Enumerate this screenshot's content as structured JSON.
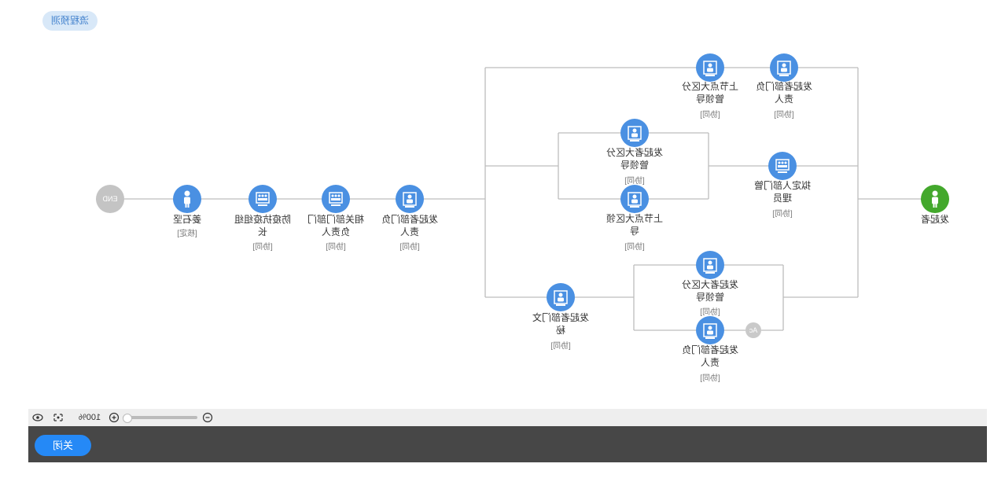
{
  "header": {
    "preview_label": "流程预测"
  },
  "nodes": {
    "end": {
      "label": "END"
    },
    "n1": {
      "label": "姜石坚",
      "tag": "[核定]"
    },
    "n2": {
      "label": "防疫抗疫组组\n长",
      "tag": "[协同]"
    },
    "n3": {
      "label": "相关部门部门\n负责人",
      "tag": "[协同]"
    },
    "n4": {
      "label": "发起者部门负\n责人",
      "tag": "[协同]"
    },
    "t1": {
      "label": "上节点大区分\n管领导",
      "tag": "[协同]"
    },
    "t2": {
      "label": "发起者部门负\n责人",
      "tag": "[协同]"
    },
    "m1": {
      "label": "发起者大区分\n管领导",
      "tag": "[协同]"
    },
    "m2": {
      "label": "上节点大区领\n导",
      "tag": "[协同]"
    },
    "m3": {
      "label": "拟定人部门管\n理员",
      "tag": "[协同]"
    },
    "b1": {
      "label": "发起者部门文\n秘",
      "tag": "[协同]"
    },
    "b2": {
      "label": "发起者大区分\n管领导",
      "tag": "[协同]"
    },
    "b3": {
      "label": "发起者部门负\n责人",
      "tag": "[协同]"
    },
    "b4": {
      "label": "Ac"
    },
    "start": {
      "label": "发起者"
    }
  },
  "toolbar": {
    "zoom": "100%"
  },
  "footer": {
    "close_label": "关闭"
  },
  "colors": {
    "node_blue": "#4a90e2",
    "start_green": "#43a82c",
    "end_gray": "#c4c4c4",
    "footer_bg": "#474747",
    "button_blue": "#2589f6"
  },
  "icons": {
    "eye": "eye-icon",
    "fit": "fit-screen-icon",
    "zoom_in": "zoom-in-icon",
    "zoom_out": "zoom-out-icon",
    "person": "person-icon",
    "screen_user": "screen-user-icon",
    "group": "group-icon"
  }
}
